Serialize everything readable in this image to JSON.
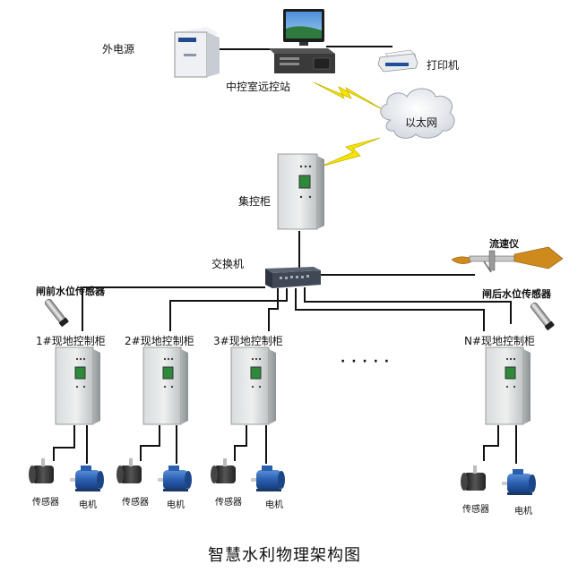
{
  "caption": "智慧水利物理架构图",
  "top": {
    "power_label": "外电源",
    "station_label": "中控室远控站",
    "printer_label": "打印机",
    "network_label": "以太网"
  },
  "center": {
    "central_cabinet_label": "集控柜",
    "switch_label": "交换机",
    "flowmeter_label": "流速仪",
    "sensor_before_label": "闸前水位传感器",
    "sensor_after_label": "闸后水位传感器"
  },
  "cabinets": [
    {
      "label": "1#现地控制柜"
    },
    {
      "label": "2#现地控制柜"
    },
    {
      "label": "3#现地控制柜"
    },
    {
      "label": "N#现地控制柜"
    }
  ],
  "ellipsis": "· · · · ·",
  "device_labels": {
    "sensor": "传感器",
    "motor": "电机"
  }
}
